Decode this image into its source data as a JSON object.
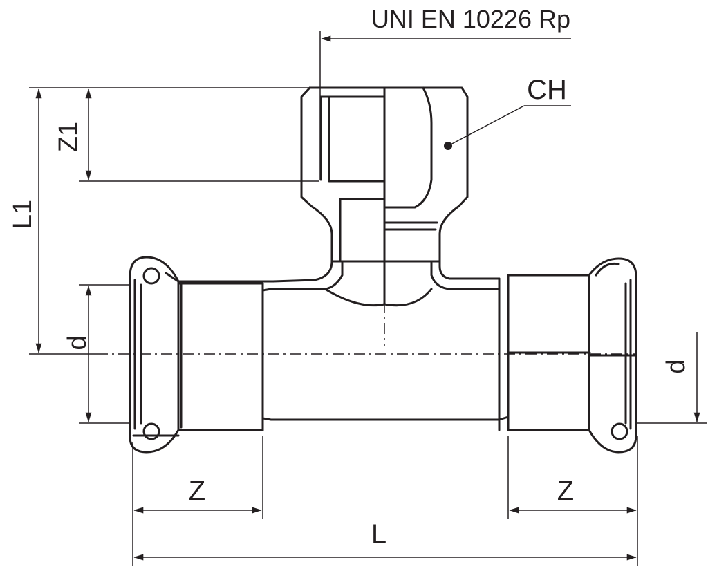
{
  "drawing": {
    "standard_label": "UNI EN 10226 Rp",
    "labels": {
      "hex": "CH",
      "z1": "Z1",
      "l1": "L1",
      "d_left": "d",
      "d_right": "d",
      "z_left": "Z",
      "z_right": "Z",
      "l": "L"
    },
    "colors": {
      "ink": "#231f20",
      "paper": "#ffffff"
    }
  }
}
